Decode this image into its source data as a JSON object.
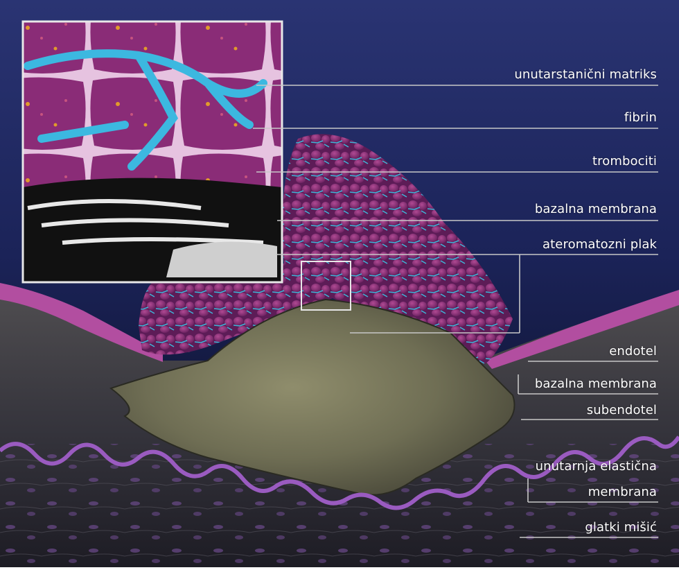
{
  "figure": {
    "labels": [
      {
        "id": "unutarstanicni-matriks",
        "text": "unutarstanični matriks"
      },
      {
        "id": "fibrin",
        "text": "fibrin"
      },
      {
        "id": "trombociti",
        "text": "trombociti"
      },
      {
        "id": "bazalna-membrana-top",
        "text": "bazalna membrana"
      },
      {
        "id": "ateromatozni-plak",
        "text": "ateromatozni plak"
      },
      {
        "id": "endotel",
        "text": "endotel"
      },
      {
        "id": "bazalna-membrana-bottom",
        "text": "bazalna membrana"
      },
      {
        "id": "subendotel",
        "text": "subendotel"
      },
      {
        "id": "unutarnja-elasticna",
        "text": "unutarnja elastična"
      },
      {
        "id": "membrana",
        "text": "membrana"
      },
      {
        "id": "glatki-misic",
        "text": "glatki mišić"
      }
    ]
  },
  "colors": {
    "background_top": "#27326b",
    "background_bottom": "#0b0f26",
    "thrombus": "#8b2f74",
    "fibrin": "#39b4d6",
    "plaque": "#7d7a5c",
    "media": "#3c3a43",
    "elastic_membrane": "#9a5bc0",
    "label_line": "#c8c8c8"
  }
}
